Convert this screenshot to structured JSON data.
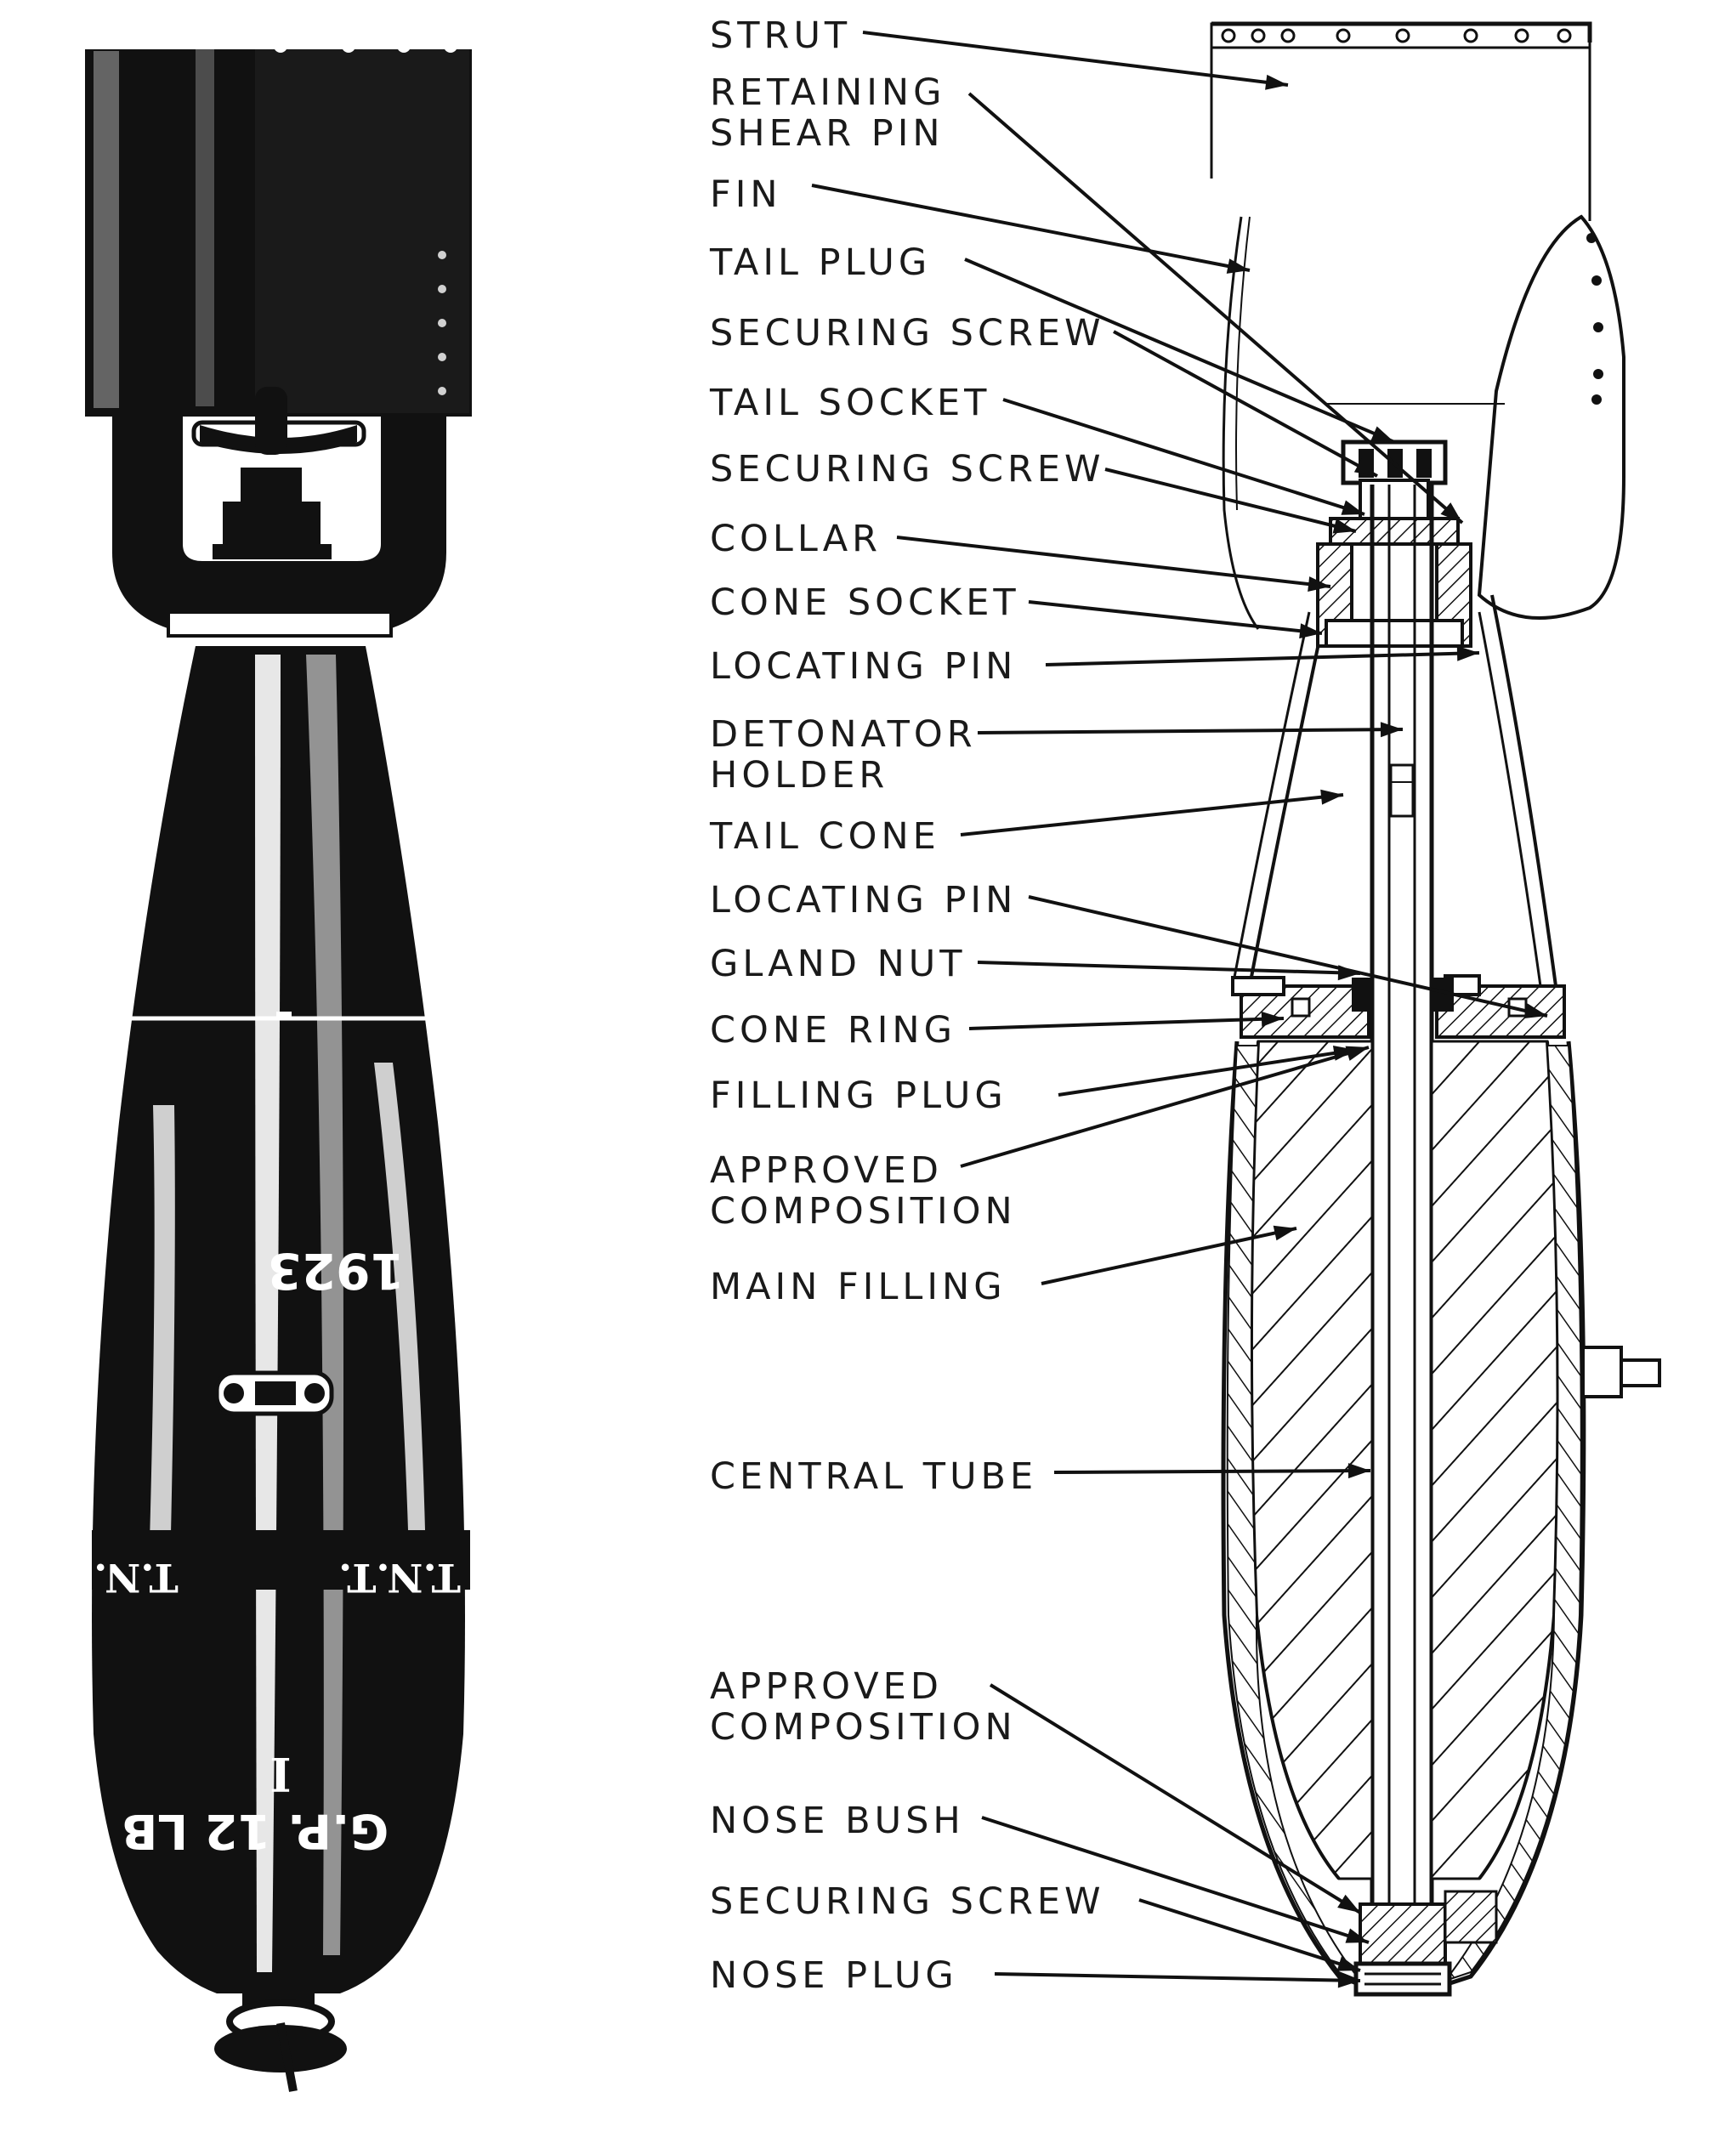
{
  "figure": {
    "type": "technical-cutaway-diagram",
    "exterior_markings": [
      "1923",
      "T.N.T.",
      "T.N.",
      "G.P. 12 LB",
      "I"
    ],
    "labels": [
      "STRUT",
      "RETAINING\nSHEAR PIN",
      "FIN",
      "TAIL PLUG",
      "SECURING SCREW",
      "TAIL SOCKET",
      "SECURING SCREW",
      "COLLAR",
      "CONE SOCKET",
      "LOCATING PIN",
      "DETONATOR\nHOLDER",
      "TAIL CONE",
      "LOCATING PIN",
      "GLAND NUT",
      "CONE RING",
      "FILLING PLUG",
      "APPROVED\nCOMPOSITION",
      "MAIN FILLING",
      "CENTRAL TUBE",
      "APPROVED\nCOMPOSITION",
      "NOSE BUSH",
      "SECURING  SCREW",
      "NOSE PLUG"
    ],
    "colors": {
      "ink": "#111111",
      "paper": "#ffffff"
    }
  }
}
